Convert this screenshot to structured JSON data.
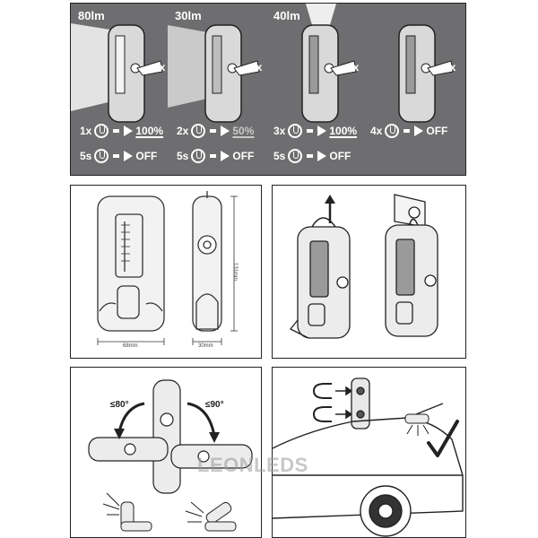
{
  "modes": [
    {
      "lumens": "80lm",
      "press": "1x",
      "row1_count": "1x",
      "row1_result": "100%",
      "row1_dim": false,
      "row2_count": "5s",
      "row2_result": "OFF"
    },
    {
      "lumens": "30lm",
      "press": "2x",
      "row1_count": "2x",
      "row1_result": "50%",
      "row1_dim": true,
      "row2_count": "5s",
      "row2_result": "OFF"
    },
    {
      "lumens": "40lm",
      "press": "3x",
      "row1_count": "3x",
      "row1_result": "100%",
      "row1_dim": false,
      "row2_count": "5s",
      "row2_result": "OFF"
    },
    {
      "lumens": "",
      "press": "4x",
      "row1_count": "4x",
      "row1_result": "OFF",
      "row1_dim": false,
      "row2_count": "",
      "row2_result": ""
    }
  ],
  "dimensions": {
    "width": "68mm",
    "depth": "30mm",
    "height": "131mm"
  },
  "tilt": {
    "left_angle": "≤80°",
    "right_angle": "≤90°"
  },
  "watermark": "LEONLEDS",
  "colors": {
    "top_panel_bg": "#6e6e70",
    "line": "#222222",
    "device_fill": "#d9d9d9",
    "device_dark": "#555555"
  }
}
